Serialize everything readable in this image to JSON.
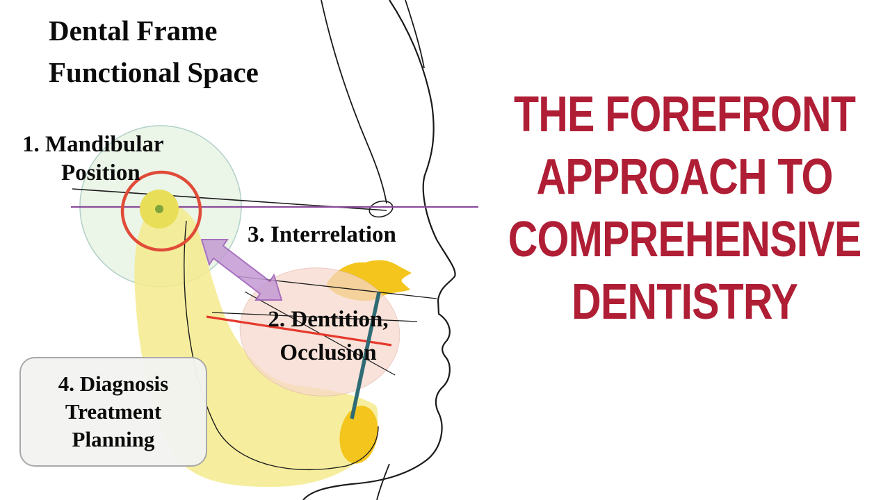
{
  "right_panel": {
    "title_lines": [
      "THE FOREFRONT",
      "APPROACH TO",
      "COMPREHENSIVE",
      "DENTISTRY"
    ],
    "title_color": "#AF1E35"
  },
  "diagram": {
    "heading": [
      "Dental Frame",
      "Functional Space"
    ],
    "label_mandibular": [
      "1. Mandibular",
      "Position"
    ],
    "label_interrelation": "3. Interrelation",
    "label_dentition": [
      "2. Dentition,",
      "Occlusion"
    ],
    "label_diagnosis": [
      "4. Diagnosis",
      "Treatment",
      "Planning"
    ],
    "colors": {
      "mandible_fill": "#F5EB8D",
      "tooth_gold": "#F3C51D",
      "condyle_yellow": "#E9DE58",
      "green_zone_fill": "#E9F4E6",
      "pink_zone_fill": "#F7D8CD",
      "red_circle_stroke": "#E04B38",
      "purple_line": "#8A4B9C",
      "arrow_fill": "#C49BD4",
      "arrow_stroke": "#9B59B6",
      "red_line": "#E5392C",
      "teal_line": "#2F6B74",
      "tracing_black": "#1a1a1a"
    }
  }
}
